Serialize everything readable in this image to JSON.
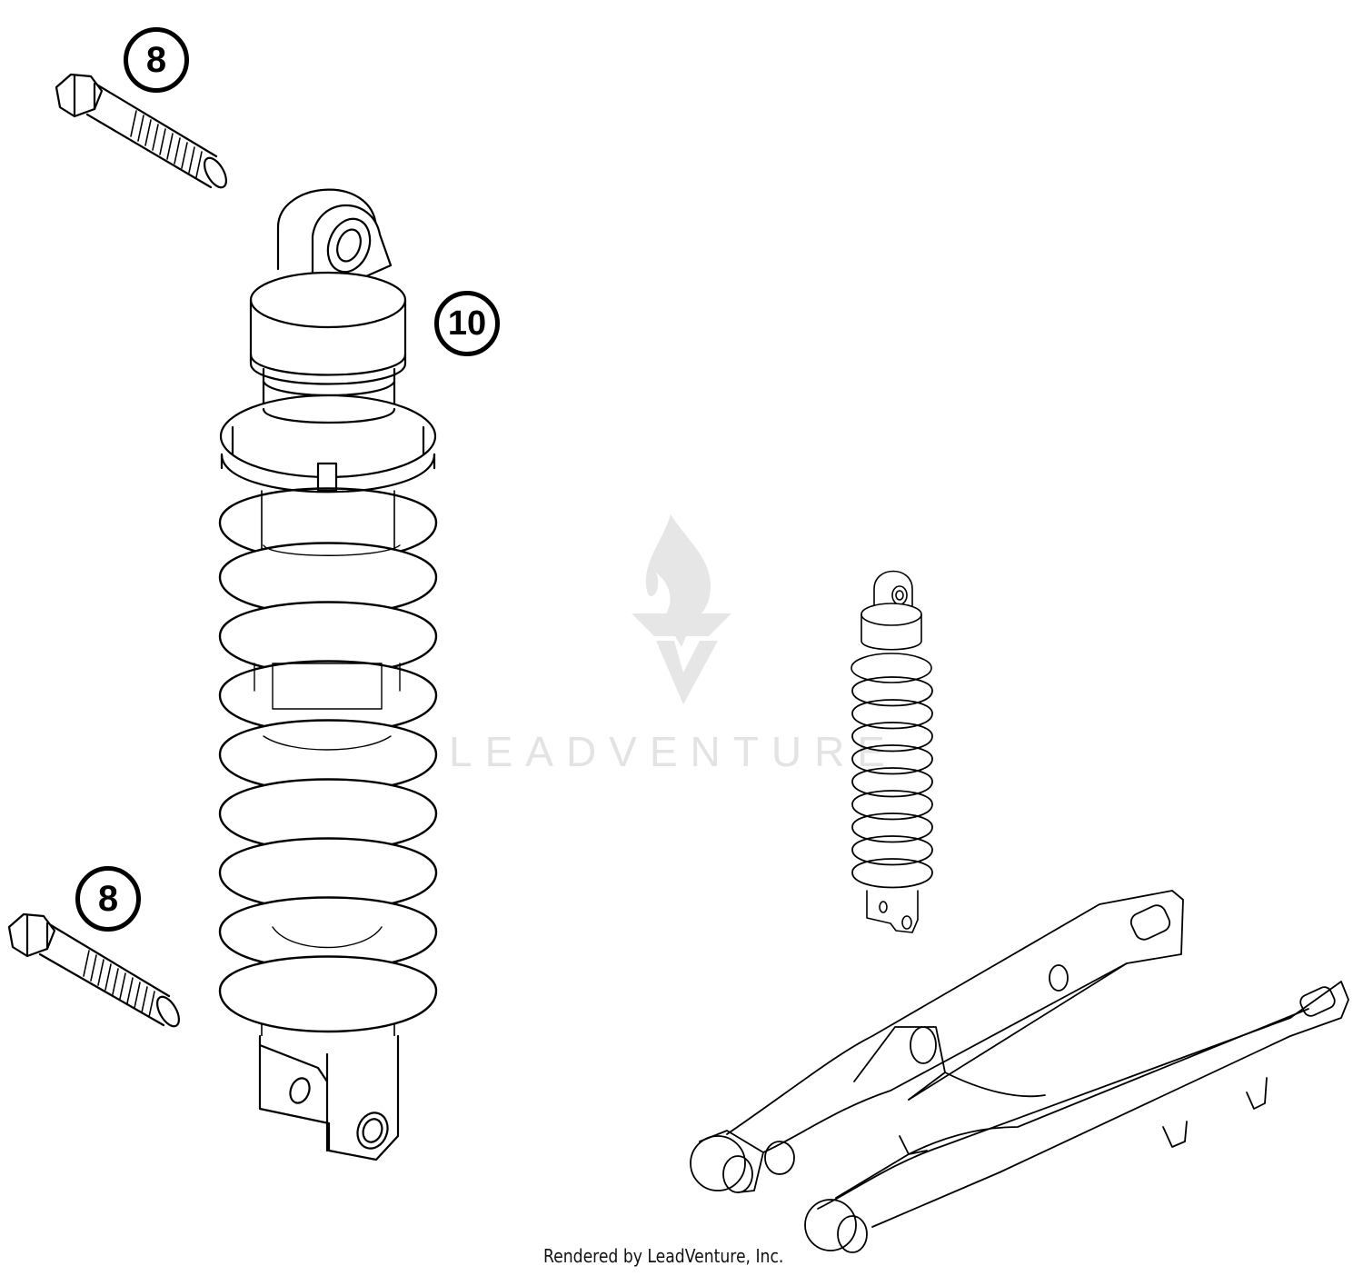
{
  "diagram": {
    "type": "exploded-parts-diagram",
    "subject": "Rear shock absorber and swingarm",
    "callouts": [
      {
        "id": "bolt-top",
        "label": "8",
        "part": "bolt"
      },
      {
        "id": "shock",
        "label": "10",
        "part": "shock absorber"
      },
      {
        "id": "bolt-bottom",
        "label": "8",
        "part": "bolt"
      }
    ],
    "parts": [
      {
        "name": "bolt",
        "count": 2,
        "callout": "8"
      },
      {
        "name": "shock absorber",
        "callout": "10"
      },
      {
        "name": "shock absorber (assembly reference view)"
      },
      {
        "name": "swingarm (assembly reference view)"
      }
    ]
  },
  "watermark": {
    "text": "LEADVENTURE",
    "color": "#e3e3e3"
  },
  "footer": {
    "credit": "Rendered by LeadVenture, Inc."
  },
  "colors": {
    "line": "#000000",
    "background": "#ffffff"
  }
}
